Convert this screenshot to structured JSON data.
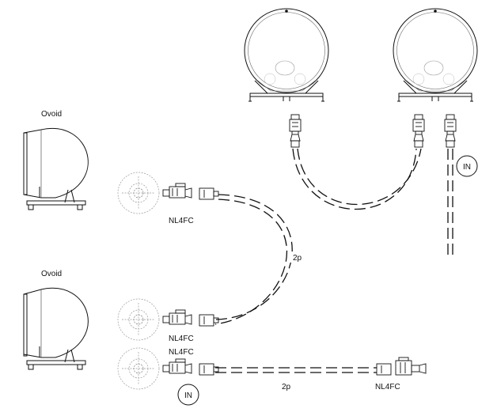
{
  "labels": {
    "ovoid_top": "Ovoid",
    "ovoid_bottom": "Ovoid",
    "nl4fc_1": "NL4FC",
    "nl4fc_2": "NL4FC",
    "nl4fc_3": "NL4FC",
    "nl4fc_4": "NL4FC",
    "in_1": "IN",
    "in_2": "IN",
    "cable_2p_1": "2p",
    "cable_2p_2": "2p"
  },
  "colors": {
    "line": "#111111",
    "faint": "#9a9a9a",
    "background": "#ffffff"
  }
}
